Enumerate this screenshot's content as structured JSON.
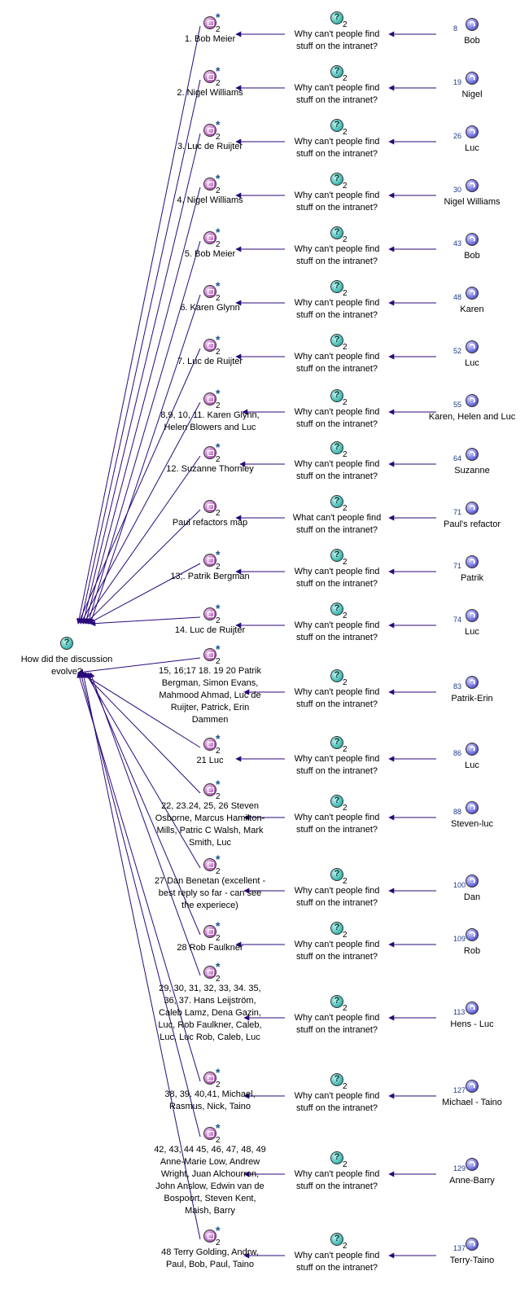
{
  "center": {
    "label": "How did the discussion evolve?"
  },
  "rows": [
    {
      "map": "1. Bob Meier",
      "star": true,
      "q": "Why can't people find stuff on the intranet?",
      "n": "8",
      "ref": "Bob"
    },
    {
      "map": "2. Nigel Williams",
      "star": true,
      "q": "Why can't people find stuff on the intranet?",
      "n": "19",
      "ref": "Nigel"
    },
    {
      "map": "3. Luc de Ruijter",
      "star": true,
      "q": "Why can't people find stuff on the intranet?",
      "n": "26",
      "ref": "Luc"
    },
    {
      "map": "4. Nigel Williams",
      "star": true,
      "q": "Why can't people find stuff on the intranet?",
      "n": "30",
      "ref": "Nigel Williams"
    },
    {
      "map": "5. Bob Meier",
      "star": true,
      "q": "Why can't people find stuff on the intranet?",
      "n": "43",
      "ref": "Bob"
    },
    {
      "map": "6. Karen Glynn",
      "star": true,
      "q": "Why can't people find stuff on the intranet?",
      "n": "48",
      "ref": "Karen"
    },
    {
      "map": "7. Luc de Ruijter",
      "star": true,
      "q": "Why can't people find stuff on the intranet?",
      "n": "52",
      "ref": "Luc"
    },
    {
      "map": "8,9, 10, 11. Karen Glynn, Helen Blowers and Luc",
      "star": true,
      "q": "Why can't people find stuff on the intranet?",
      "n": "55",
      "ref": "Karen, Helen and Luc"
    },
    {
      "map": "12. Suzanne Thornley",
      "star": true,
      "q": "Why can't people find stuff on the intranet?",
      "n": "64",
      "ref": "Suzanne"
    },
    {
      "map": "Paul refactors map",
      "star": false,
      "q": "What can't people find stuff on the intranet?",
      "n": "71",
      "ref": "Paul's refactor"
    },
    {
      "map": "13;. Patrik Bergman",
      "star": true,
      "q": "Why can't people find stuff on the intranet?",
      "n": "71",
      "ref": "Patrik"
    },
    {
      "map": "14. Luc de Ruijter",
      "star": true,
      "q": "Why can't people find stuff on the intranet?",
      "n": "74",
      "ref": "Luc"
    },
    {
      "map": "15, 16;17 18. 19 20 Patrik Bergman, Simon Evans, Mahmood Ahmad, Luc de Ruijter, Patrick, Erin Dammen",
      "star": true,
      "q": "Why can't people find stuff on the intranet?",
      "n": "83",
      "ref": "Patrik-Erin"
    },
    {
      "map": "21 Luc",
      "star": true,
      "q": "Why can't people find stuff on the intranet?",
      "n": "86",
      "ref": "Luc"
    },
    {
      "map": "22, 23.24, 25, 26 Steven Osborne, Marcus Hamilton-Mills, Patric C Walsh, Mark Smith, Luc",
      "star": true,
      "q": "Why can't people find stuff on the intranet?",
      "n": "88",
      "ref": "Steven-luc"
    },
    {
      "map": "27 Dan Benetan (excellent - best reply so far - can see the experiece)",
      "star": true,
      "q": "Why can't people find stuff on the intranet?",
      "n": "100",
      "ref": "Dan"
    },
    {
      "map": "28 Rob Faulkner",
      "star": true,
      "q": "Why can't people find stuff on the intranet?",
      "n": "109",
      "ref": "Rob"
    },
    {
      "map": "29, 30, 31, 32, 33, 34. 35, 36, 37.  Hans Leijström, Caleb Lamz, Dena Gazin, Luc, Rob Faulkner, Caleb, Luc, Luc Rob, Caleb, Luc",
      "star": true,
      "q": "Why can't people find stuff on the intranet?",
      "n": "113",
      "ref": "Hens - Luc"
    },
    {
      "map": "38, 39. 40,41, Michael, Rasmus, Nick, Taino",
      "star": true,
      "q": "Why can't people find stuff on the intranet?",
      "n": "127",
      "ref": "Michael - Taino"
    },
    {
      "map": "42, 43, 44 45, 46, 47, 48, 49 Anne-Marie Low, Andrew Wright, Juan Alchourron, John Anslow, Edwin van de Bospoort, Steven Kent, Maish, Barry",
      "star": true,
      "q": "Why can't people find stuff on the intranet?",
      "n": "129",
      "ref": "Anne-Barry"
    },
    {
      "map": "48 Terry Golding, Andrw, Paul, Bob, Paul, Taino",
      "star": true,
      "q": "Why can't people find stuff on the intranet?",
      "n": "137",
      "ref": "Terry-Taino"
    }
  ],
  "sub": "2",
  "star": "*",
  "colors": {
    "link": "#2a0a7a"
  }
}
